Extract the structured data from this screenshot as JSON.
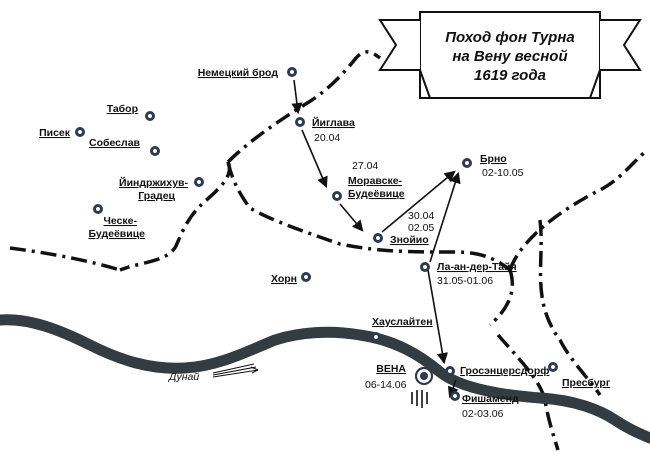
{
  "title": {
    "lines": [
      "Поход фон Турна",
      "на Вену весной",
      "1619 года"
    ]
  },
  "river": {
    "name": "Дунай"
  },
  "cities": {
    "nemecky_brod": "Немецкий брод",
    "tabor": "Табор",
    "pisek": "Писек",
    "sobeslav": "Собеслав",
    "jindrichuv_1": "Йиндржихув-",
    "jindrichuv_2": "Градец",
    "ceske_1": "Ческе-",
    "ceske_2": "Будеёвице",
    "jihlava": "Йиглава",
    "moravske_1": "Моравске-",
    "moravske_2": "Будеёвице",
    "znojmo": "Знойио",
    "brno": "Брно",
    "laa": "Ла-ан-дер-Тайя",
    "horn": "Хорн",
    "hauslaiten": "Хауслайтен",
    "vienna": "ВЕНА",
    "grossenzersdorf": "Гросэнцерсдорф",
    "pressburg": "Пресбург",
    "fischamend": "Фишаменд"
  },
  "dates": {
    "jihlava": "20.04",
    "moravske": "27.04",
    "znojmo_1": "30.04",
    "znojmo_2": "02.05",
    "brno": "02-10.05",
    "laa": "31.05-01.06",
    "vienna": "06-14.06",
    "fischamend": "02-03.06"
  },
  "colors": {
    "river": "#333c41",
    "marker": "#2c3a52",
    "line": "#111111"
  },
  "icons": {
    "city_marker": "circled-dot",
    "vienna_marker": "double-ring",
    "camp_marker": "tent-lines"
  }
}
